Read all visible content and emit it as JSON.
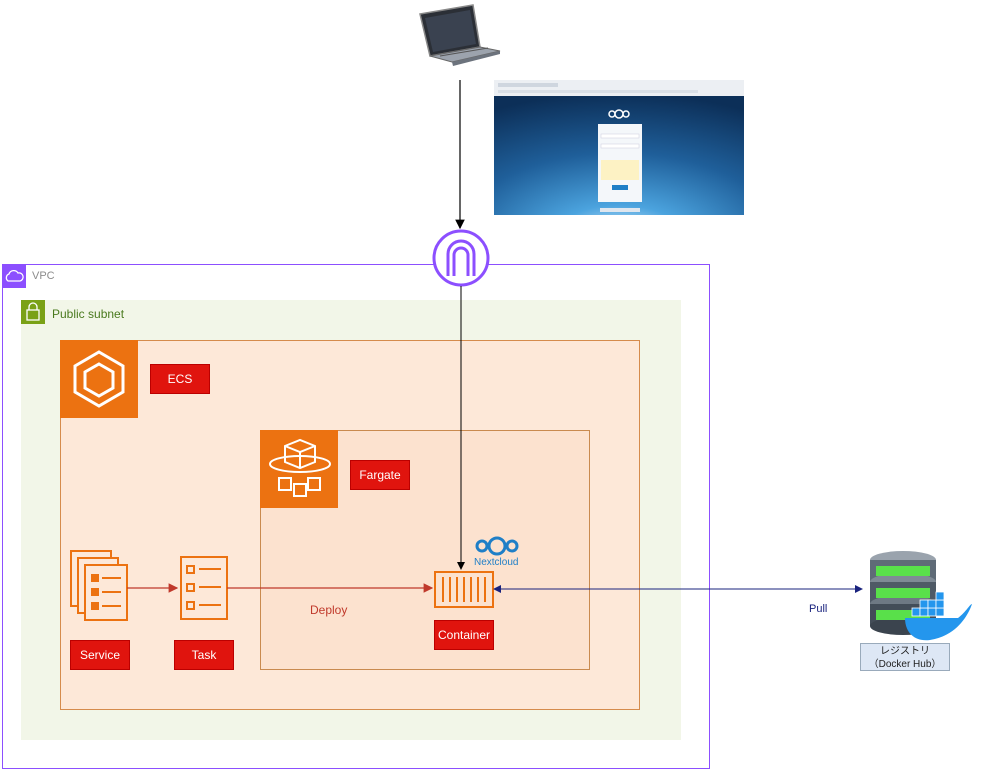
{
  "vpc": {
    "label": "VPC"
  },
  "subnet": {
    "label": "Public subnet"
  },
  "ecs": {
    "label": "ECS"
  },
  "fargate": {
    "label": "Fargate"
  },
  "service": {
    "label": "Service"
  },
  "task": {
    "label": "Task"
  },
  "container": {
    "label": "Container"
  },
  "deploy": {
    "label": "Deploy"
  },
  "pull": {
    "label": "Pull"
  },
  "nextcloud": {
    "label": "Nextcloud"
  },
  "registry": {
    "line1": "レジストリ",
    "line2": "（Docker Hub）"
  },
  "colors": {
    "vpc": "#8c4fff",
    "aws_orange": "#ec7211",
    "label_red": "#e0140e",
    "deploy_arrow": "#c0392b",
    "pull_arrow": "#1a237e"
  }
}
